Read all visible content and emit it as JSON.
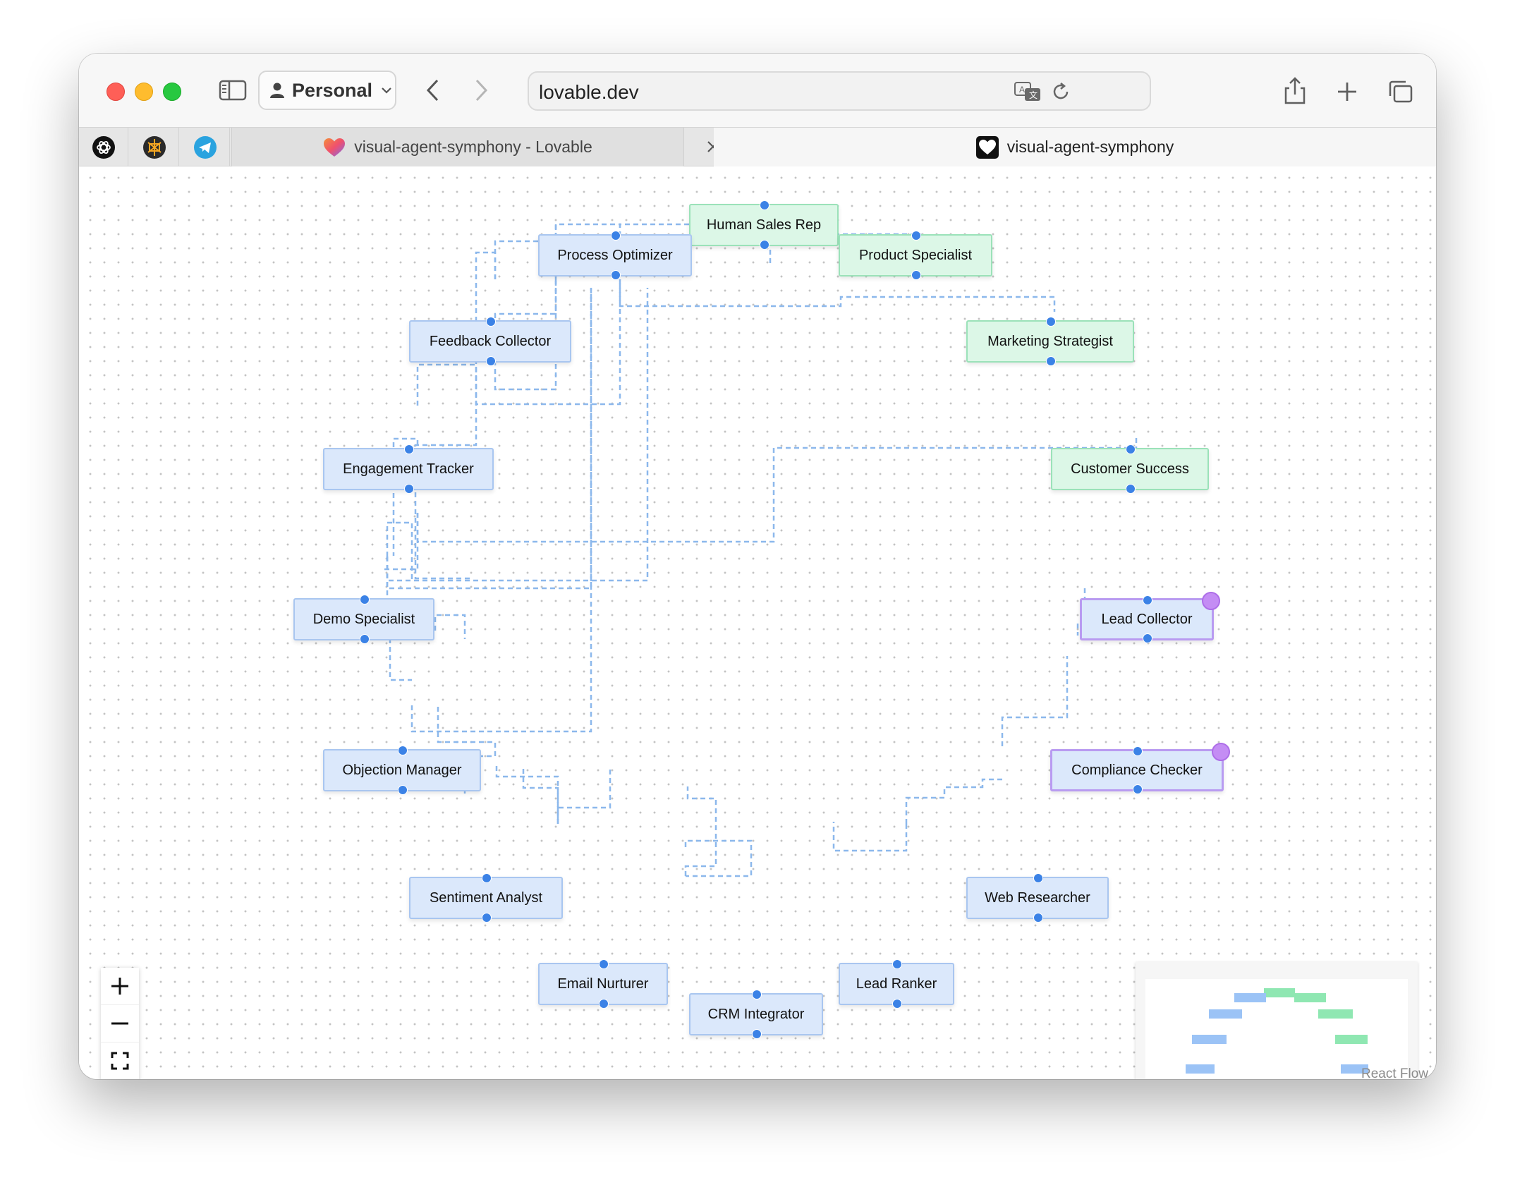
{
  "browser": {
    "profile_label": "Personal",
    "address": "lovable.dev",
    "tabs": [
      {
        "title": "visual-agent-symphony - Lovable"
      },
      {
        "title": "visual-agent-symphony"
      }
    ]
  },
  "flow": {
    "nodes": {
      "human_sales_rep": "Human Sales Rep",
      "process_optimizer": "Process Optimizer",
      "product_specialist": "Product Specialist",
      "feedback_collector": "Feedback Collector",
      "marketing_strategist": "Marketing Strategist",
      "engagement_tracker": "Engagement Tracker",
      "customer_success": "Customer Success",
      "demo_specialist": "Demo Specialist",
      "lead_collector": "Lead Collector",
      "objection_manager": "Objection Manager",
      "compliance_checker": "Compliance Checker",
      "sentiment_analyst": "Sentiment Analyst",
      "web_researcher": "Web Researcher",
      "email_nurturer": "Email Nurturer",
      "lead_ranker": "Lead Ranker",
      "crm_integrator": "CRM Integrator"
    },
    "attribution": "React Flow",
    "colors": {
      "agent_node": "#dbe8fb",
      "human_node": "#dcf7e7",
      "active_border": "#b99bf1",
      "edge": "#8cb8ec",
      "handle": "#3b82e6"
    }
  }
}
